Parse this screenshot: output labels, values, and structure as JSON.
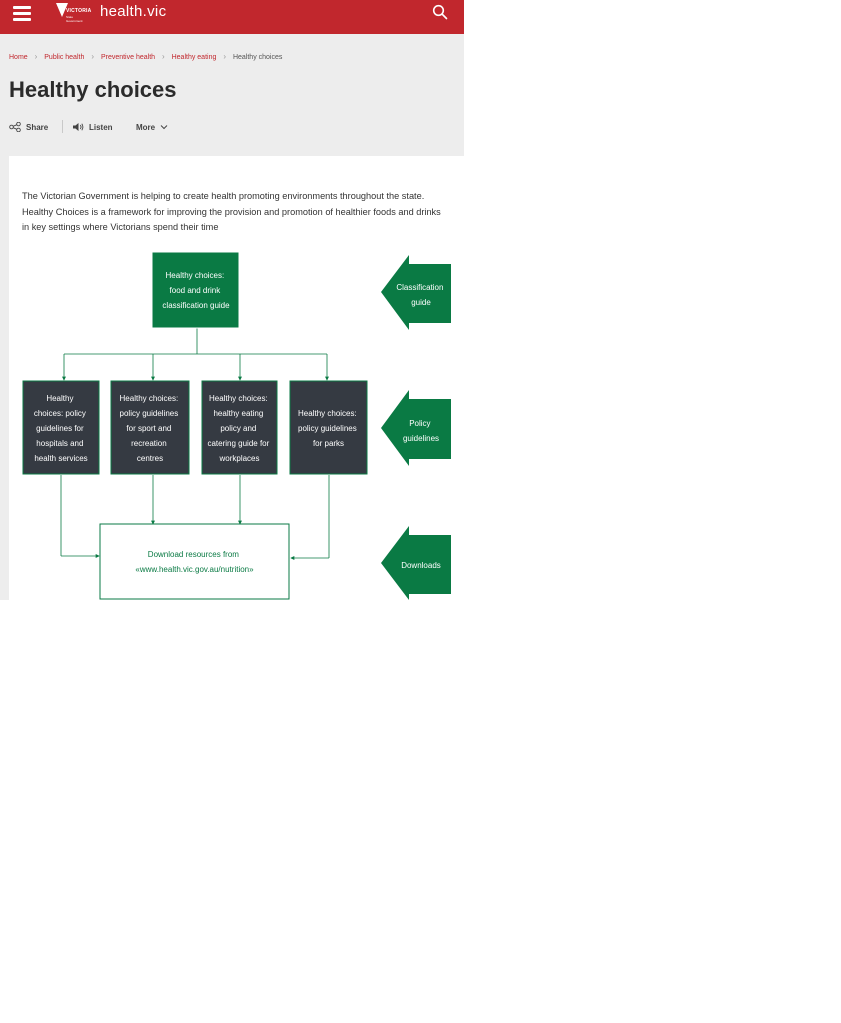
{
  "header": {
    "site_name": "health.vic",
    "logo_text": "VICTORIA",
    "logo_subtext": "State Government"
  },
  "breadcrumb": {
    "items": [
      "Home",
      "Public health",
      "Preventive health",
      "Healthy eating"
    ],
    "current": "Healthy choices"
  },
  "page": {
    "title": "Healthy choices"
  },
  "actions": {
    "share": "Share",
    "listen": "Listen",
    "more": "More"
  },
  "content": {
    "intro": "The Victorian Government is helping to create health promoting environments throughout the state. Healthy Choices is a framework for improving the provision and promotion of healthier foods and drinks in key settings where Victorians spend their time"
  },
  "diagram": {
    "top_node": [
      "Healthy choices:",
      "food and drink",
      "classification guide"
    ],
    "policy_nodes": [
      [
        "Healthy",
        "choices: policy",
        "guidelines for",
        "hospitals and",
        "health services"
      ],
      [
        "Healthy choices:",
        "policy guidelines",
        "for sport and",
        "recreation",
        "centres"
      ],
      [
        "Healthy choices:",
        "healthy eating",
        "policy and",
        "catering guide for",
        "workplaces"
      ],
      [
        "Healthy choices:",
        "policy guidelines",
        "for parks"
      ]
    ],
    "download_node": [
      "Download resources from",
      "«www.health.vic.gov.au/nutrition»"
    ],
    "side_labels": [
      [
        "Classification",
        "guide"
      ],
      [
        "Policy",
        "guidelines"
      ],
      [
        "Downloads"
      ]
    ],
    "colors": {
      "green": "#0a7a44",
      "dark_box": "#353a42",
      "brand_red": "#c1272d"
    }
  }
}
